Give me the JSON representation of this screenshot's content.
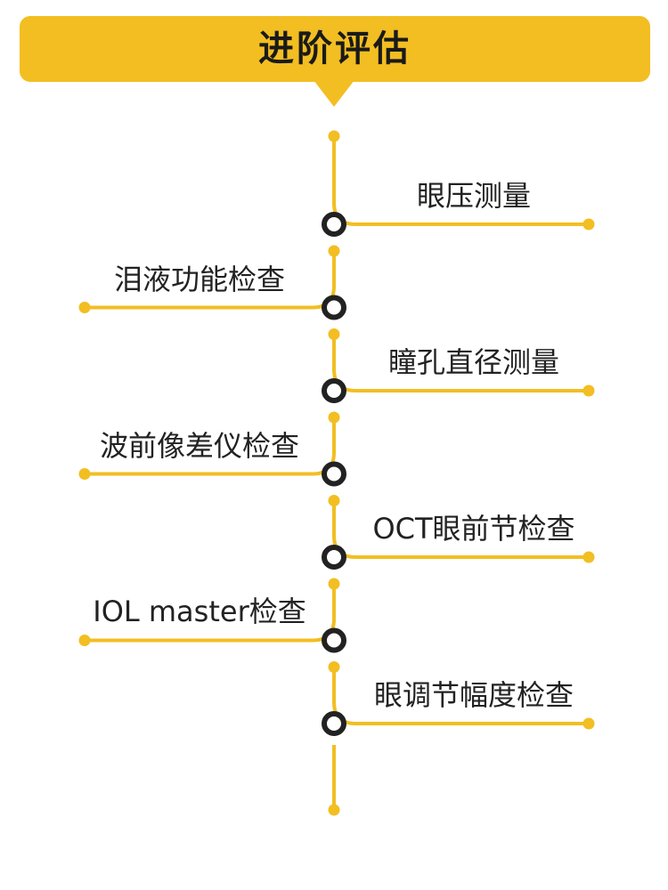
{
  "header": {
    "title": "进阶评估"
  },
  "colors": {
    "accent": "#F2BE22",
    "node_ring": "#222222",
    "text": "#222222"
  },
  "steps": [
    {
      "label": "眼压测量",
      "side": "right"
    },
    {
      "label": "泪液功能检查",
      "side": "left"
    },
    {
      "label": "瞳孔直径测量",
      "side": "right"
    },
    {
      "label": "波前像差仪检查",
      "side": "left"
    },
    {
      "label": "OCT眼前节检查",
      "side": "right"
    },
    {
      "label": "IOL master检查",
      "side": "left"
    },
    {
      "label": "眼调节幅度检查",
      "side": "right"
    }
  ]
}
